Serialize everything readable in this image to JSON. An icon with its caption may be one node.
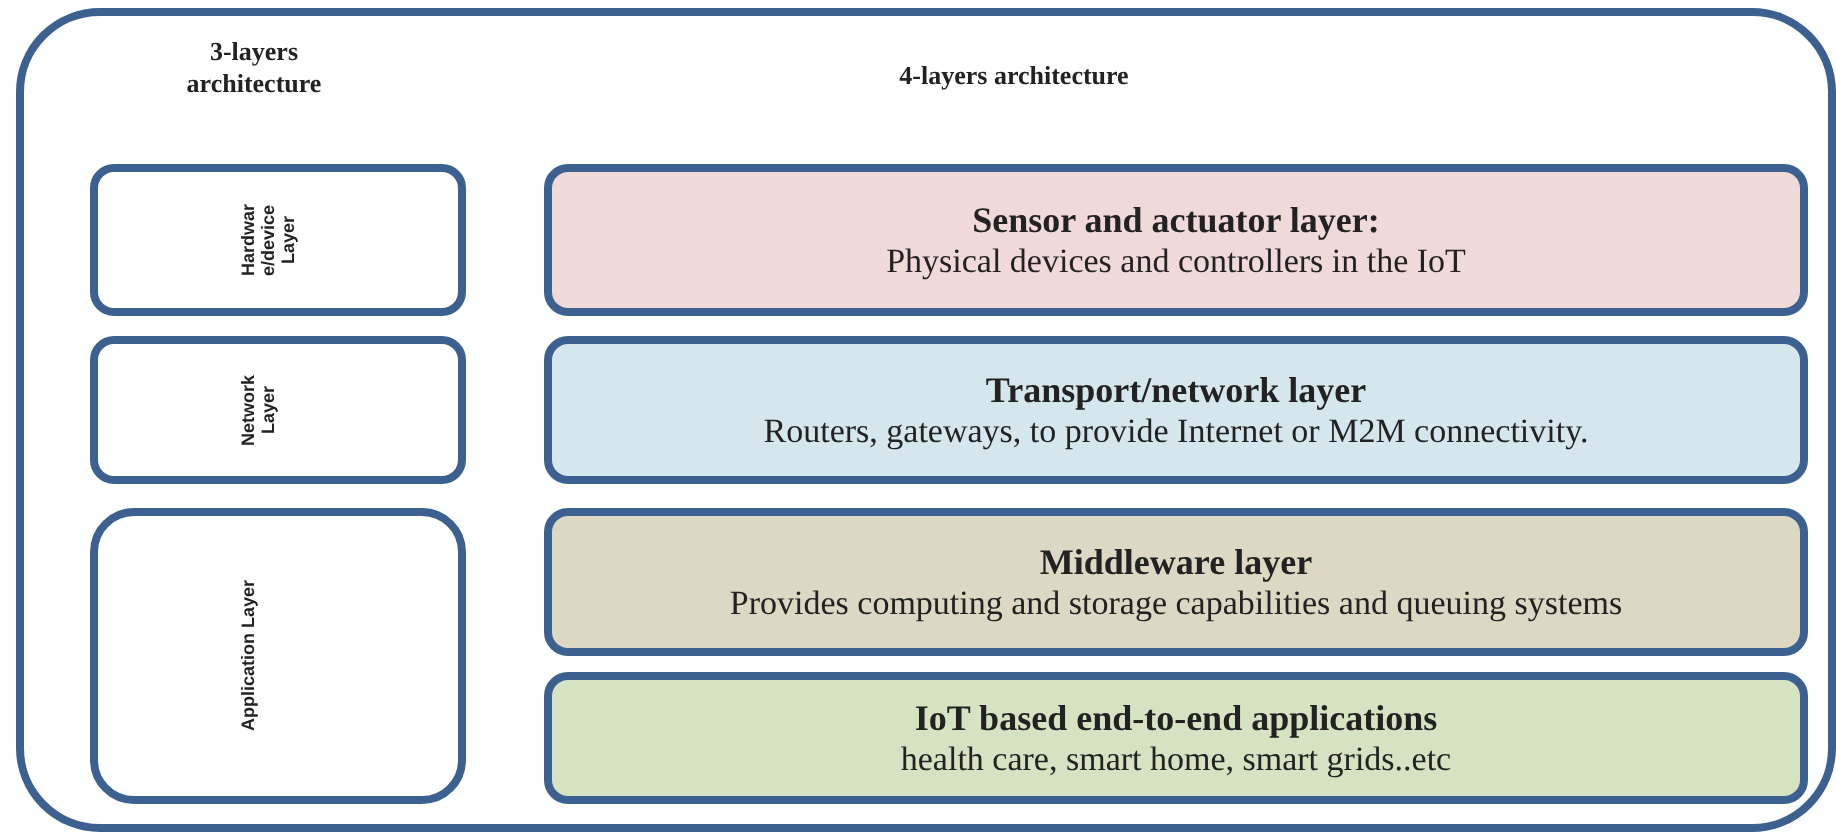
{
  "diagram": {
    "nodes": [
      {
        "text": [],
        "shape": "box"
      },
      {
        "text": [
          "Hardwar e/device Layer"
        ],
        "in": 0
      },
      {
        "text": [
          "Network Layer"
        ],
        "in": 0
      },
      {
        "text": [
          "Application Layer"
        ],
        "in": 0
      },
      {
        "text": [
          "**Sensor and actuator layer**:",
          "Physical devices and controllers in the IoT"
        ],
        "in": 0
      },
      {
        "text": [
          "Transport/network layer",
          "Routers, gateways, to provide Internet or M2M connectivity."
        ],
        "in": 0
      },
      {
        "text": [
          "Middleware layer",
          "Provides computing and storage capabilities and queuing systems"
        ],
        "in": 0
      },
      {
        "text": [
          "IoT based end-to-end applications",
          "health care, smart home, smart grids..etc"
        ],
        "in": 0
      }
    ],
    "labels": [
      "3-layers architecture",
      "4-layers architecture"
    ]
  }
}
